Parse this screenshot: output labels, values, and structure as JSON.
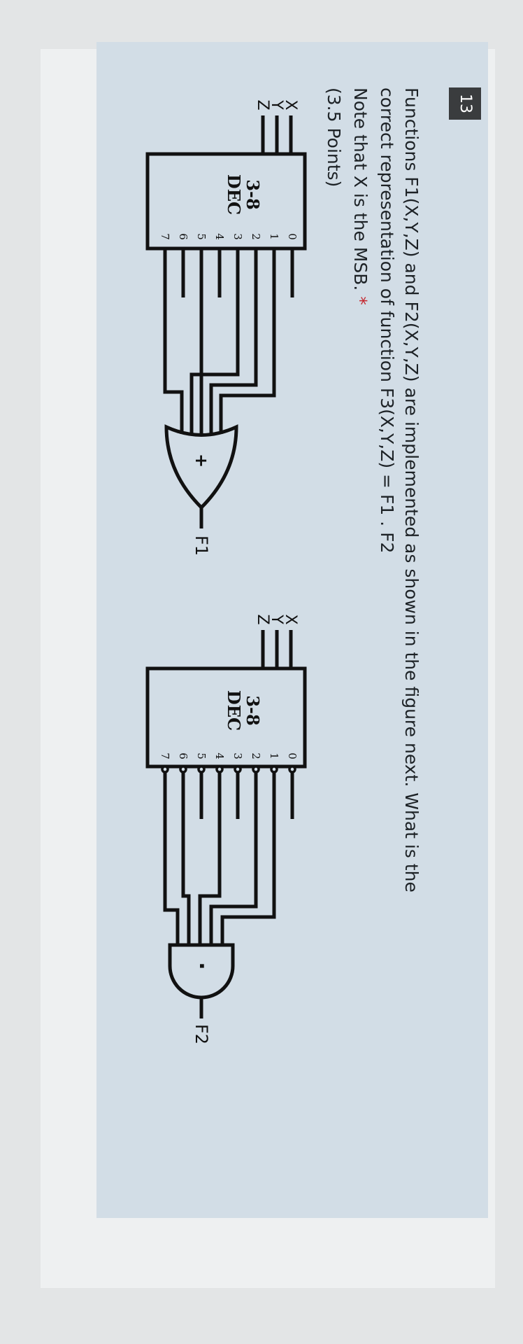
{
  "question": {
    "number": "13",
    "text_line1": "Functions F1(X,Y,Z) and F2(X,Y,Z) are implemented as shown in the figure next. What is the",
    "text_line2": "correct representation of function F3(X,Y,Z) = F1 . F2",
    "note": "Note that X is the MSB.",
    "required_mark": "*",
    "points": "(3.5 Points)"
  },
  "diagram": {
    "decoder1": {
      "label_top": "3-8",
      "label_bottom": "DEC",
      "inputs": [
        "X",
        "Y",
        "Z"
      ],
      "outputs": [
        "0",
        "1",
        "2",
        "3",
        "4",
        "5",
        "6",
        "7"
      ],
      "gate_symbol": "+",
      "output_label": "F1"
    },
    "decoder2": {
      "label_top": "3-8",
      "label_bottom": "DEC",
      "inputs": [
        "X",
        "Y",
        "Z"
      ],
      "outputs": [
        "0",
        "1",
        "2",
        "3",
        "4",
        "5",
        "6",
        "7"
      ],
      "gate_symbol": ".",
      "output_label": "F2"
    }
  },
  "colors": {
    "panel": "#d2dde6",
    "badge": "#3a3c3e",
    "required": "#c4262e",
    "ink": "#1d2226"
  }
}
